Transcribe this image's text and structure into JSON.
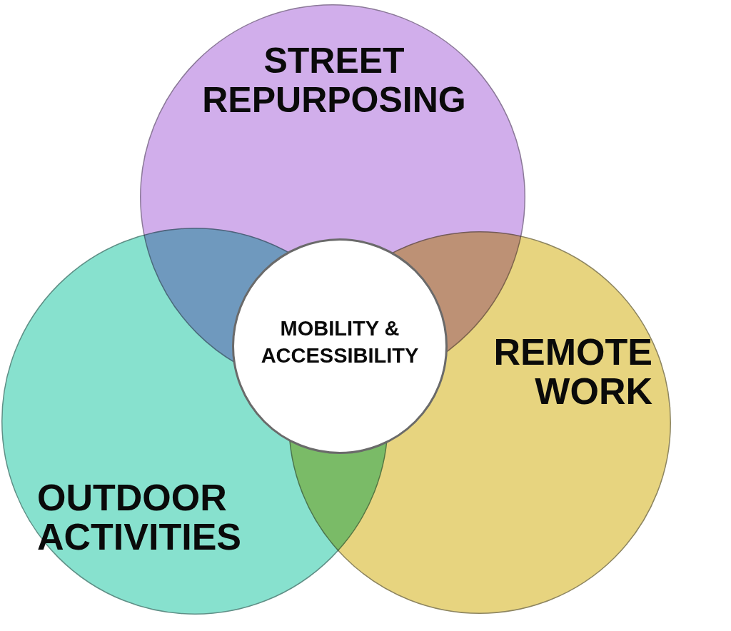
{
  "diagram": {
    "nodes": [
      {
        "text": [
          "STREET REPURPOSING"
        ]
      },
      {
        "text": [
          "MOBILITY & ACCESSIBILITY"
        ]
      },
      {
        "text": [
          "REMOTE WORK"
        ]
      },
      {
        "text": [
          "OUTDOOR ACTIVITIES"
        ]
      }
    ]
  }
}
